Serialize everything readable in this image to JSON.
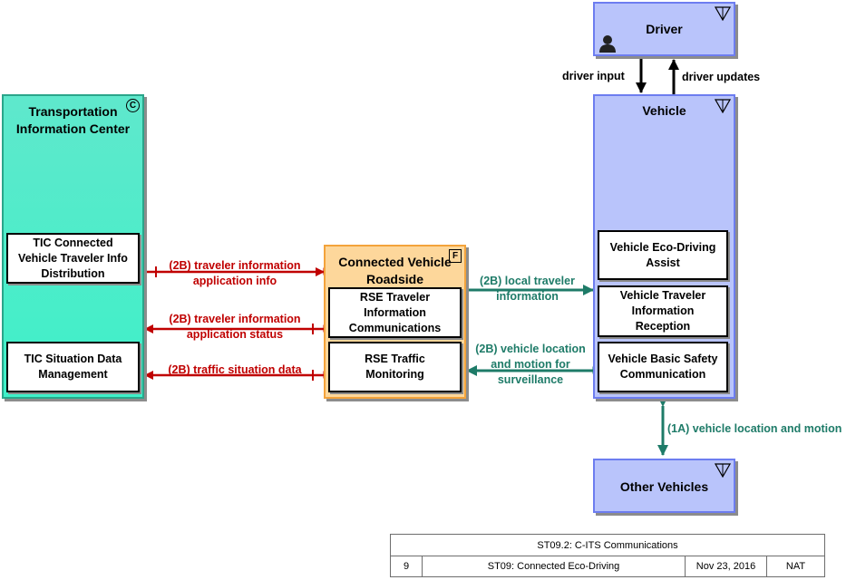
{
  "colors": {
    "tic_fill_top": "#5fe8cc",
    "tic_fill_bottom": "#3ef0c8",
    "tic_border": "#2aa58a",
    "vehicle_fill": "#b9c4fb",
    "vehicle_border": "#6d7df0",
    "roadside_fill": "#fdd79b",
    "roadside_border": "#f3a33b",
    "red_flow": "#c00000",
    "teal_flow": "#1e7b68"
  },
  "nodes": {
    "driver": {
      "title": "Driver",
      "icon": "person-icon",
      "badge": "terminator-badge-icon"
    },
    "vehicle": {
      "title": "Vehicle",
      "badge": "terminator-badge-icon",
      "functions": [
        "Vehicle Eco-Driving\nAssist",
        "Vehicle Traveler\nInformation\nReception",
        "Vehicle Basic Safety\nCommunication"
      ]
    },
    "tic": {
      "title": "Transportation\nInformation Center",
      "badge_letter": "C",
      "functions": [
        "TIC Connected\nVehicle Traveler Info\nDistribution",
        "TIC Situation Data\nManagement"
      ]
    },
    "roadside": {
      "title": "Connected Vehicle\nRoadside",
      "badge_letter": "F",
      "functions": [
        "RSE Traveler\nInformation\nCommunications",
        "RSE Traffic\nMonitoring"
      ]
    },
    "other_vehicles": {
      "title": "Other Vehicles",
      "badge": "terminator-badge-icon"
    }
  },
  "flows": {
    "driver_input": "driver input",
    "driver_updates": "driver updates",
    "traveler_info_app_info": "(2B) traveler information\napplication info",
    "traveler_info_app_status": "(2B) traveler information\napplication status",
    "traffic_situation_data": "(2B) traffic situation data",
    "local_traveler_info": "(2B) local traveler\ninformation",
    "vehicle_location_surveillance": "(2B) vehicle location\nand motion for\nsurveillance",
    "vehicle_location_motion": "(1A) vehicle location and motion"
  },
  "footer": {
    "diagram_title": "ST09.2: C-ITS Communications",
    "page": "9",
    "project": "ST09: Connected Eco-Driving",
    "date": "Nov 23, 2016",
    "scope": "NAT"
  }
}
